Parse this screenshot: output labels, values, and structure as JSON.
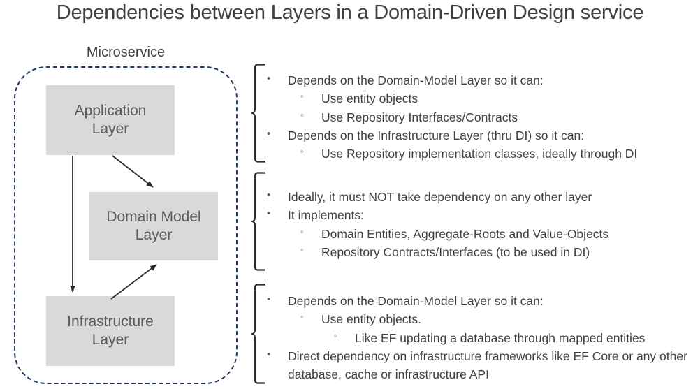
{
  "title": "Dependencies between Layers in a Domain-Driven Design service",
  "diagram": {
    "container_label": "Microservice",
    "container_border_color": "#1F3864",
    "box_fill_color": "#D9D9D9",
    "box_text_color": "#595959",
    "boxes": [
      {
        "id": "application",
        "line1": "Application",
        "line2": "Layer"
      },
      {
        "id": "domain-model",
        "line1": "Domain Model",
        "line2": "Layer"
      },
      {
        "id": "infrastructure",
        "line1": "Infrastructure",
        "line2": "Layer"
      }
    ],
    "arrows": [
      {
        "from": "application",
        "to": "domain-model",
        "style": "diagonal-down-right"
      },
      {
        "from": "application",
        "to": "infrastructure",
        "style": "vertical-down"
      },
      {
        "from": "infrastructure",
        "to": "domain-model",
        "style": "diagonal-up-right"
      }
    ]
  },
  "blocks": [
    {
      "id": "application-layer-notes",
      "bullets": [
        {
          "level": 1,
          "mark": "•",
          "text": "Depends on the Domain-Model Layer so it can:"
        },
        {
          "level": 2,
          "mark": "◦",
          "text": "Use entity objects"
        },
        {
          "level": 2,
          "mark": "◦",
          "text": "Use Repository Interfaces/Contracts"
        },
        {
          "level": 1,
          "mark": "•",
          "text": "Depends on the Infrastructure Layer (thru DI) so it can:"
        },
        {
          "level": 2,
          "mark": "◦",
          "text": "Use Repository implementation classes, ideally through DI"
        }
      ]
    },
    {
      "id": "domain-model-layer-notes",
      "bullets": [
        {
          "level": 1,
          "mark": "•",
          "text": "Ideally, it must NOT take dependency on any other layer"
        },
        {
          "level": 1,
          "mark": "•",
          "text": "It implements:"
        },
        {
          "level": 2,
          "mark": "◦",
          "text": "Domain Entities, Aggregate-Roots and Value-Objects"
        },
        {
          "level": 2,
          "mark": "◦",
          "text": "Repository Contracts/Interfaces (to be used in DI)"
        }
      ]
    },
    {
      "id": "infrastructure-layer-notes",
      "bullets": [
        {
          "level": 1,
          "mark": "•",
          "text": "Depends on the Domain-Model Layer so it can:"
        },
        {
          "level": 2,
          "mark": "◦",
          "text": "Use entity objects."
        },
        {
          "level": 3,
          "mark": "◦",
          "text": "Like EF updating a database through mapped entities"
        },
        {
          "level": 1,
          "mark": "•",
          "text": "Direct dependency on infrastructure frameworks like EF Core or any other database, cache or infrastructure API"
        }
      ]
    }
  ]
}
